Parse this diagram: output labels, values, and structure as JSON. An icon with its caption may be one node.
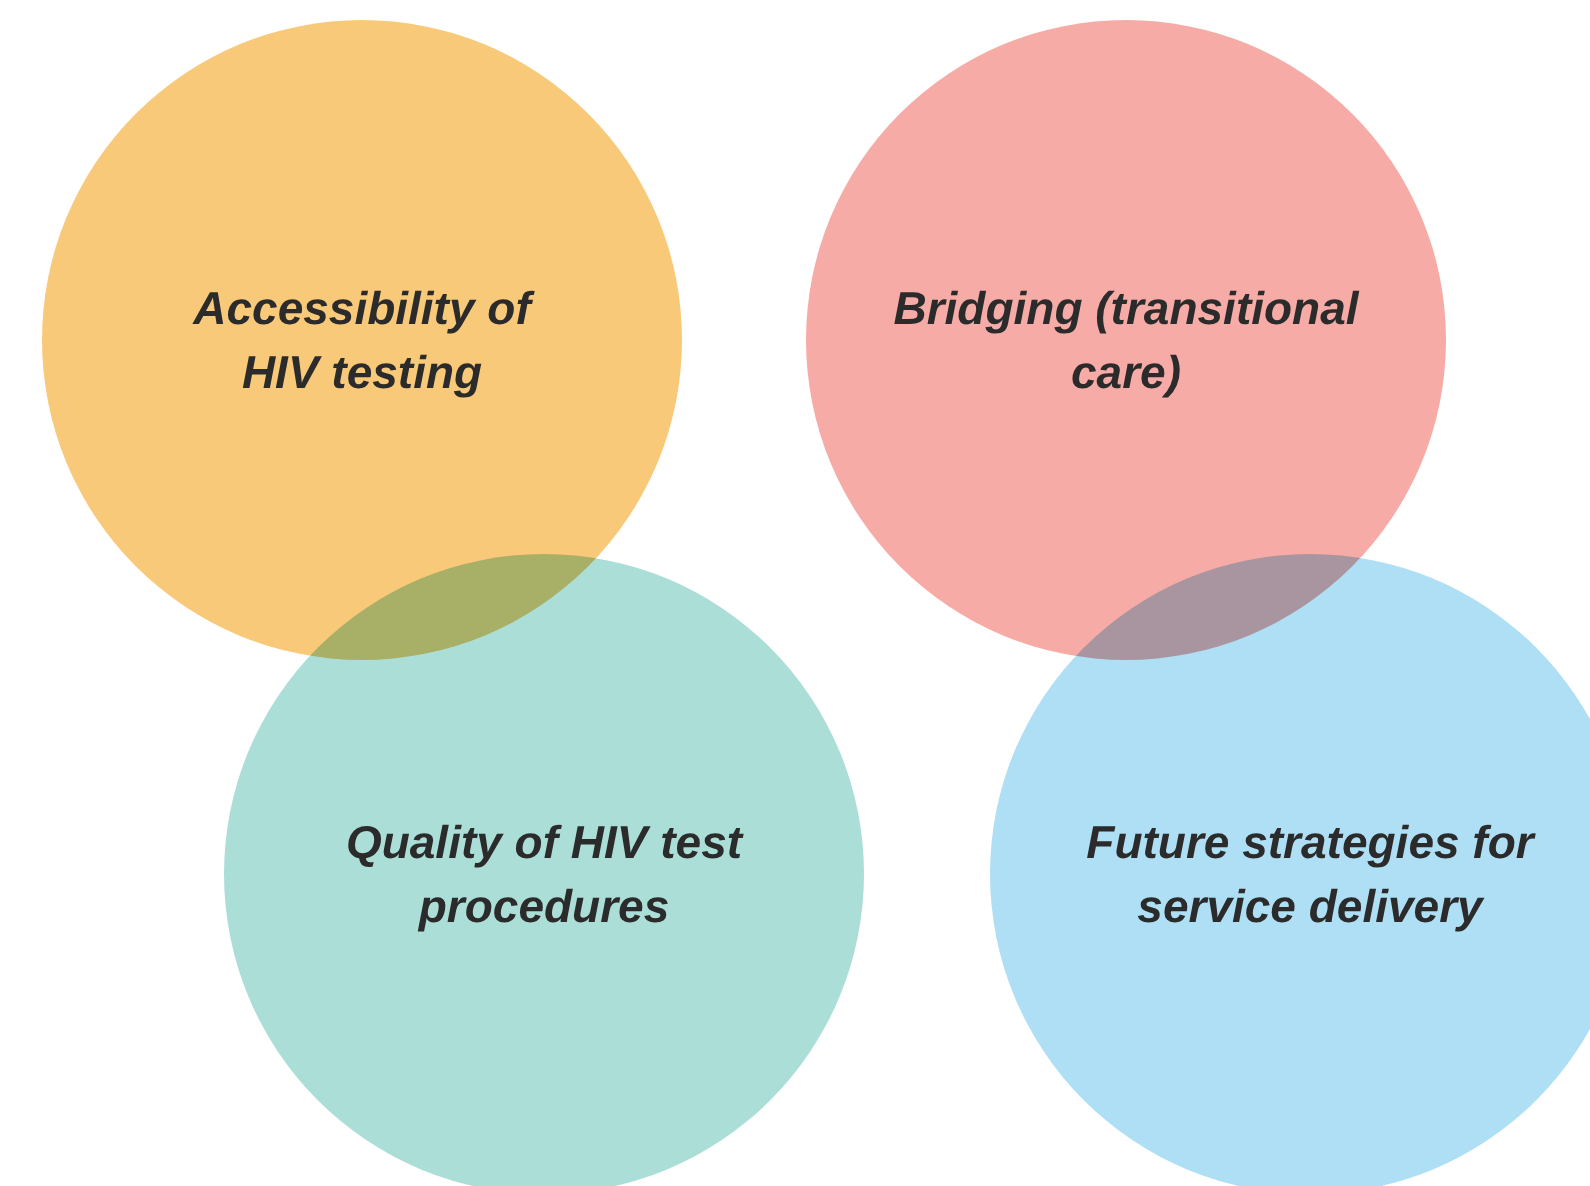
{
  "diagram": {
    "nodes": [
      {
        "text": [
          "Accessibility of HIV testing"
        ]
      },
      {
        "text": [
          "Bridging (transitional care)"
        ]
      },
      {
        "text": [
          "Quality of HIV test procedures"
        ]
      },
      {
        "text": [
          "Future strategies for service delivery"
        ]
      }
    ]
  }
}
